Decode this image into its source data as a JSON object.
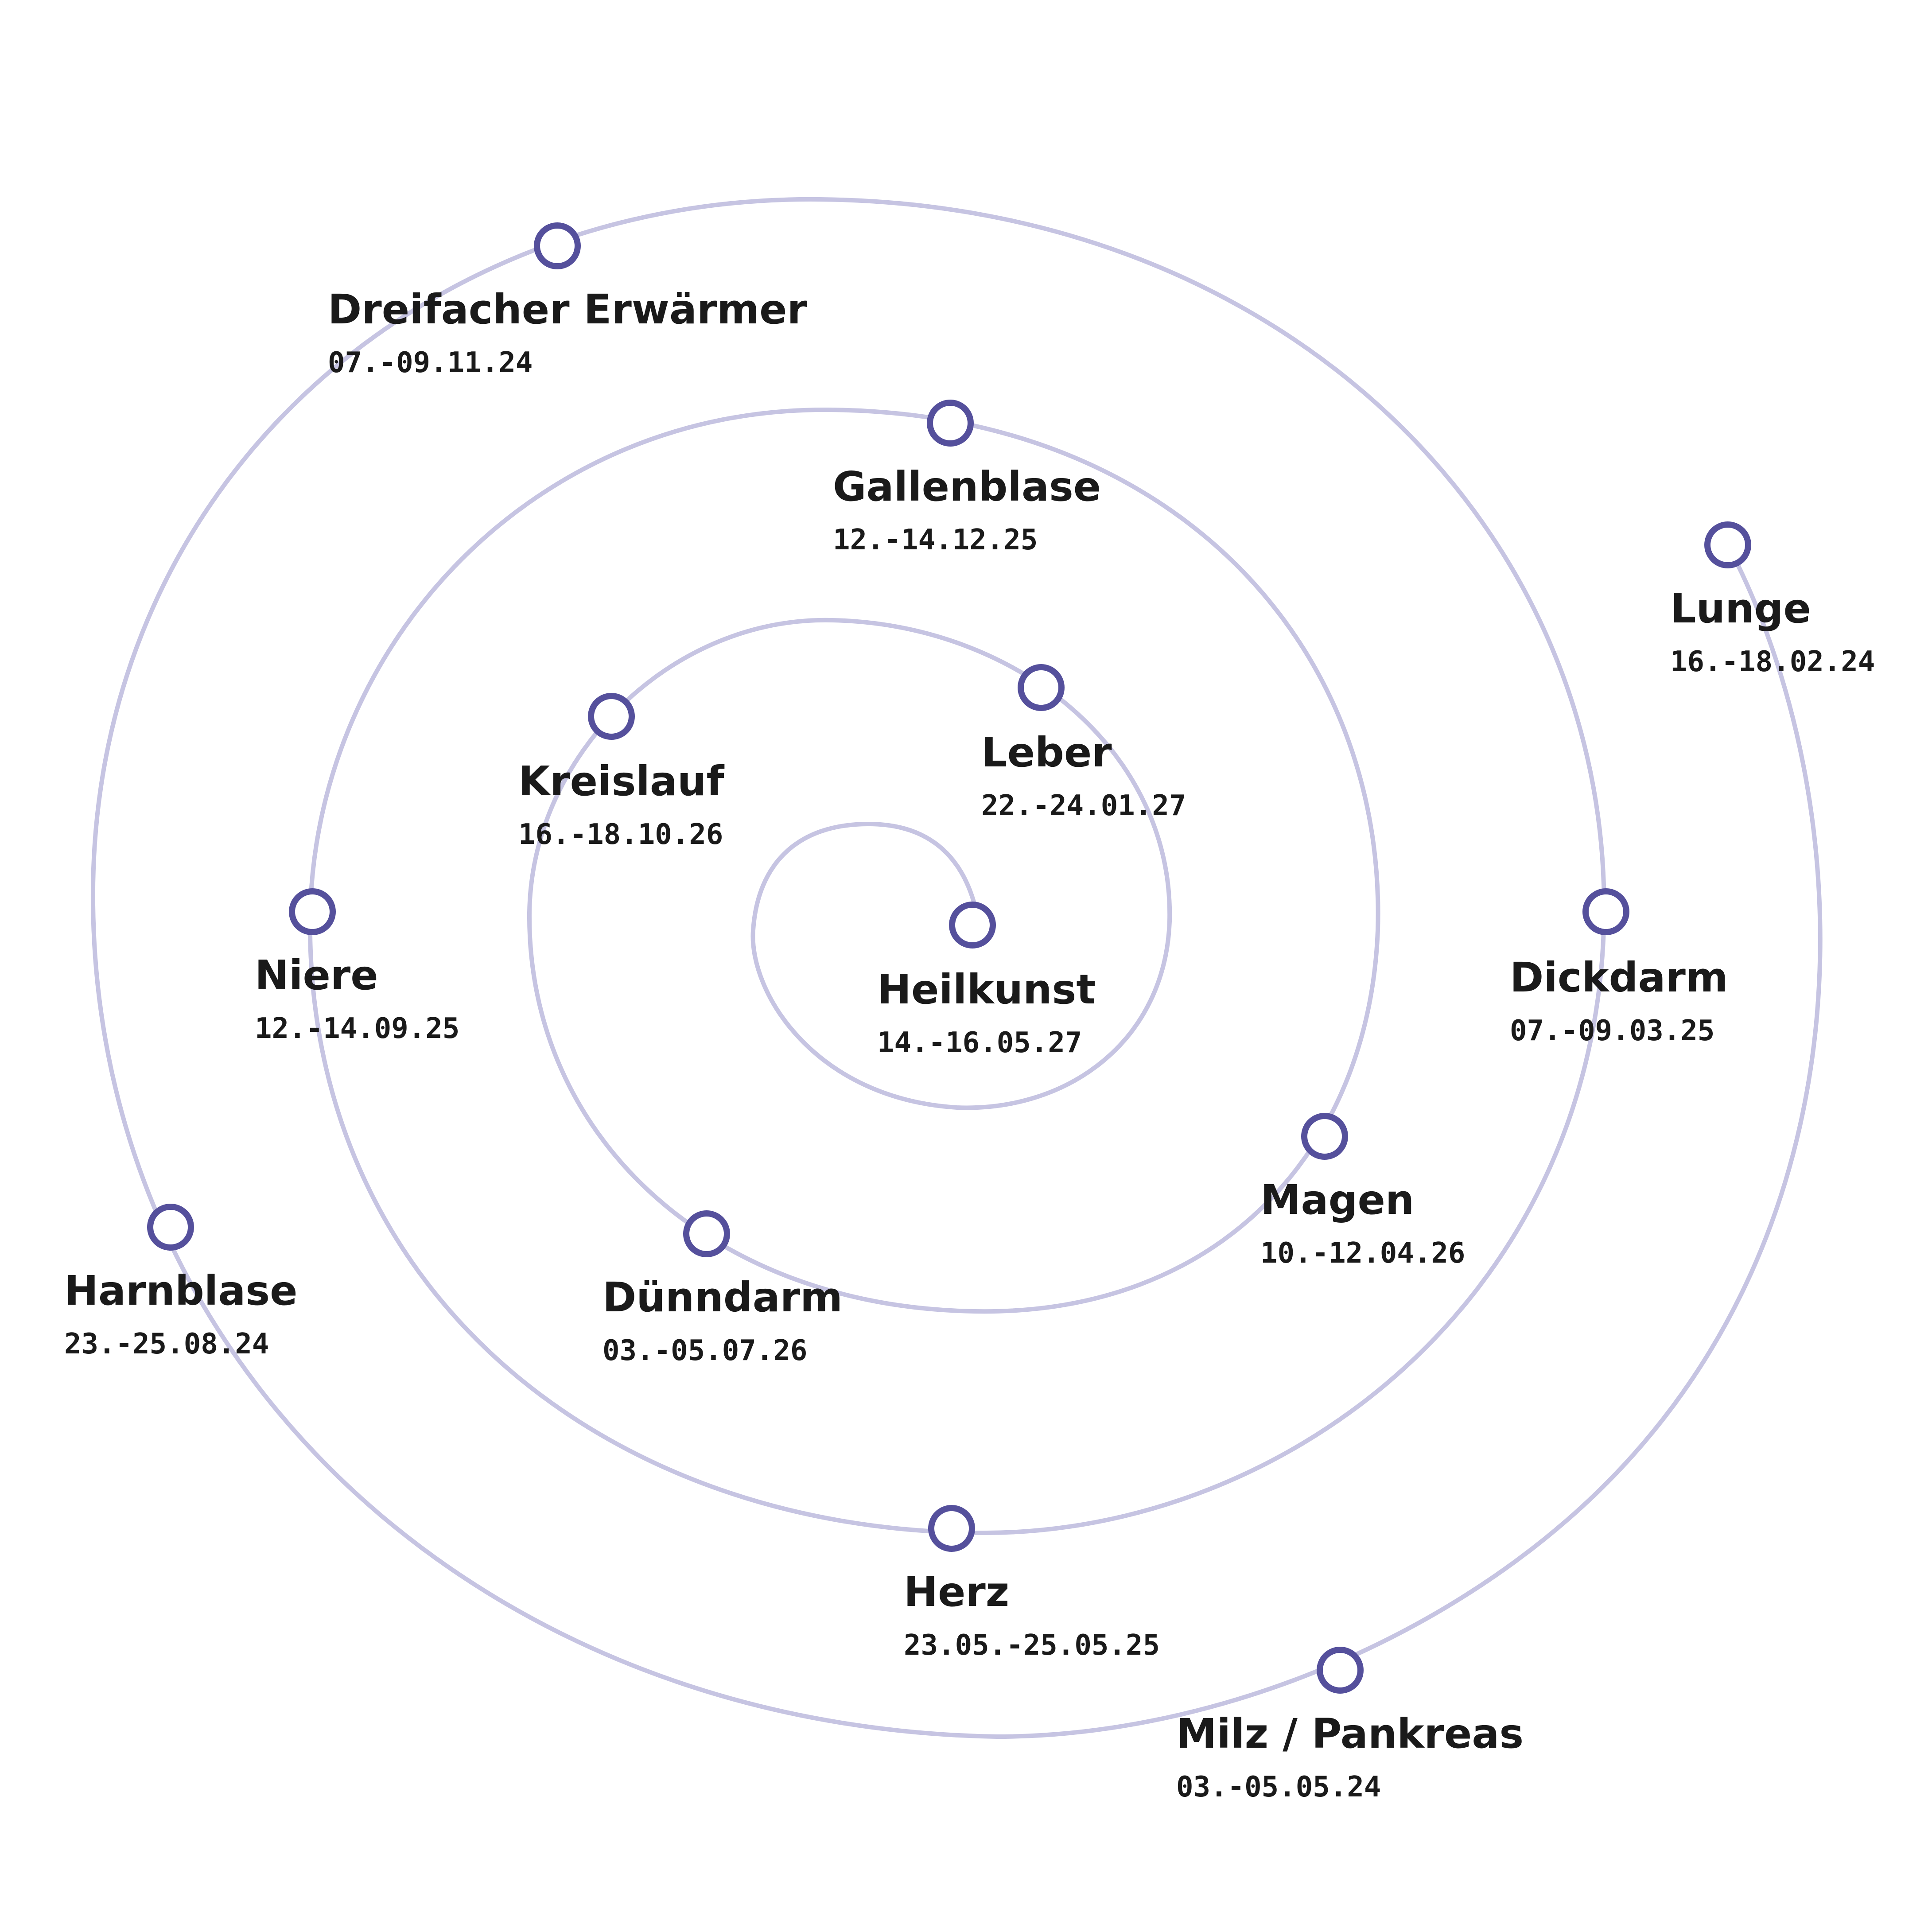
{
  "colors": {
    "spiral": "#c6c4e2",
    "marker": "#55509c",
    "text": "#1a1a1a",
    "background": "#ffffff"
  },
  "nodes": [
    {
      "id": "lunge",
      "name": "Lunge",
      "date": "16.-18.02.24"
    },
    {
      "id": "milz-pankreas",
      "name": "Milz / Pankreas",
      "date": "03.-05.05.24"
    },
    {
      "id": "harnblase",
      "name": "Harnblase",
      "date": "23.-25.08.24"
    },
    {
      "id": "dreifacher-erwaermer",
      "name": "Dreifacher Erwärmer",
      "date": "07.-09.11.24"
    },
    {
      "id": "dickdarm",
      "name": "Dickdarm",
      "date": "07.-09.03.25"
    },
    {
      "id": "herz",
      "name": "Herz",
      "date": "23.05.-25.05.25"
    },
    {
      "id": "niere",
      "name": "Niere",
      "date": "12.-14.09.25"
    },
    {
      "id": "gallenblase",
      "name": "Gallenblase",
      "date": "12.-14.12.25"
    },
    {
      "id": "magen",
      "name": "Magen",
      "date": "10.-12.04.26"
    },
    {
      "id": "duenndarm",
      "name": "Dünndarm",
      "date": "03.-05.07.26"
    },
    {
      "id": "kreislauf",
      "name": "Kreislauf",
      "date": "16.-18.10.26"
    },
    {
      "id": "leber",
      "name": "Leber",
      "date": "22.-24.01.27"
    },
    {
      "id": "heilkunst",
      "name": "Heilkunst",
      "date": "14.-16.05.27"
    }
  ]
}
